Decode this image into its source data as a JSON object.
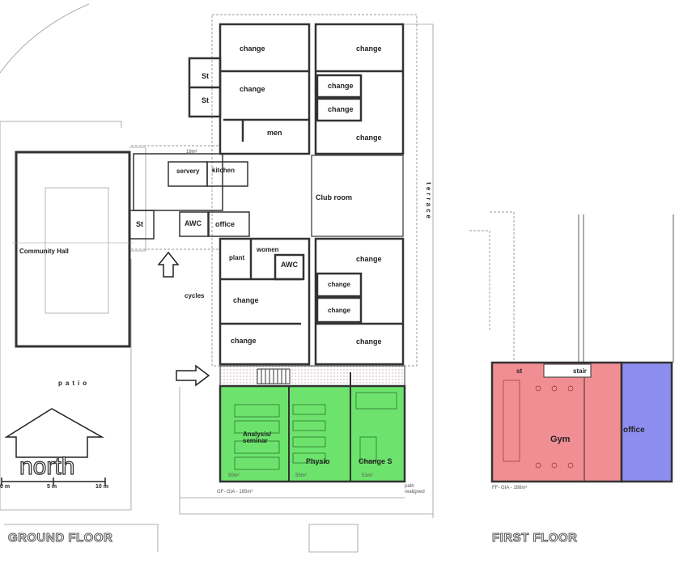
{
  "titles": {
    "ground": "GROUND FLOOR",
    "first": "FIRST FLOOR"
  },
  "north": "north",
  "scale": {
    "s0": "0 m",
    "s5": "5 m",
    "s10": "10 m"
  },
  "rooms": {
    "change_tl": "change",
    "change_tr": "change",
    "st1": "St",
    "st2": "St",
    "change_l2": "change",
    "change_r2a": "change",
    "change_r2b": "change",
    "men": "men",
    "change_r3": "change",
    "servery": "servery",
    "kitchen": "kitchen",
    "club_room": "Club room",
    "terrace": "terrace",
    "st3": "St",
    "awc1": "AWC",
    "office_gf": "office",
    "community_hall": "Community Hall",
    "plant": "plant",
    "women": "women",
    "awc2": "AWC",
    "change_r4": "change",
    "change_r4a": "change",
    "cycles": "cycles",
    "change_l4": "change",
    "change_r4b": "change",
    "change_l5": "change",
    "change_r5": "change",
    "patio": "patio",
    "analysis": "Analysis/ seminar",
    "physio": "Physio",
    "change_s": "Change S",
    "gym": "Gym",
    "office_ff": "office",
    "st_ff": "st",
    "stair_ff": "stair"
  },
  "notes": {
    "gia_gf": "GF- GIA - 185m²",
    "gia_ff": "FF- GIA - 188m²",
    "path": "path realigned",
    "area1": "50m²",
    "area2": "50m²",
    "area3": "51m²",
    "area4": "18m²"
  },
  "colors": {
    "green": "#6de36d",
    "red": "#f08e94",
    "blue": "#8d8df0"
  }
}
